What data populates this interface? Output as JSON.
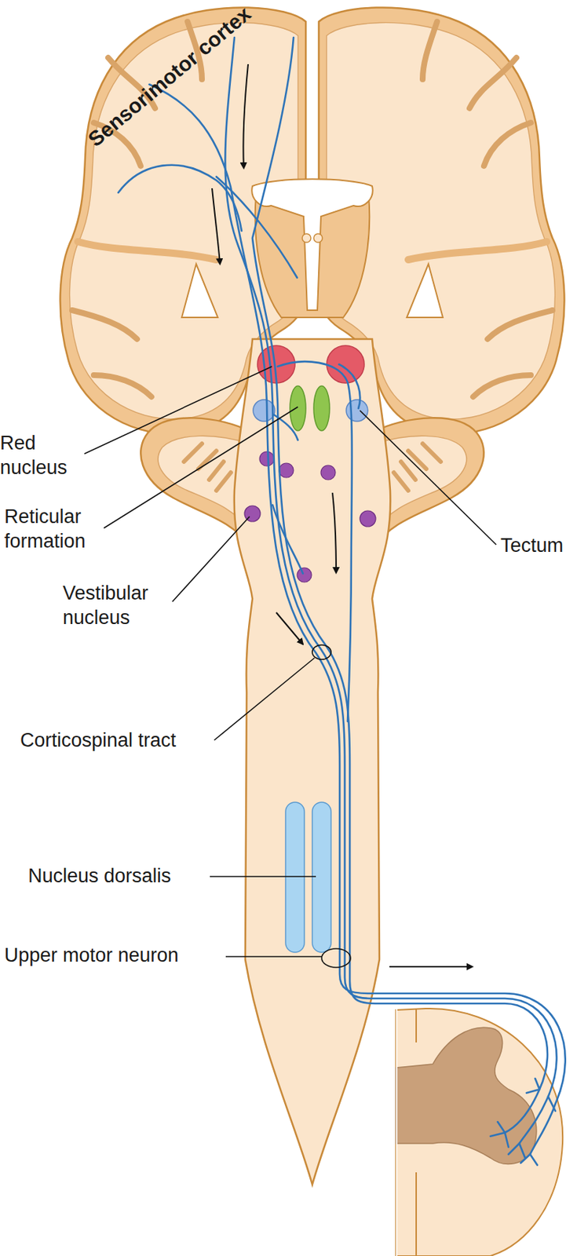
{
  "diagram": {
    "labels": [
      "Sensorimotor cortex",
      "Red nucleus",
      "Reticular formation",
      "Vestibular nucleus",
      "Tectum",
      "Corticospinal tract",
      "Nucleus dorsalis",
      "Upper motor neuron"
    ]
  }
}
